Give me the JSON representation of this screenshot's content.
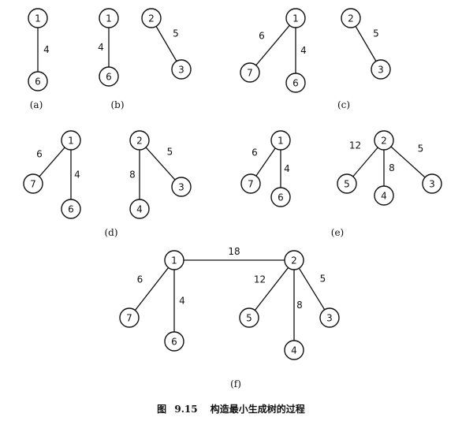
{
  "figure": {
    "caption_prefix": "图",
    "caption_number": "9.15",
    "caption_text": "构造最小生成树的过程"
  },
  "panels": [
    {
      "id": "a",
      "label": "(a)",
      "nodes": [
        {
          "id": "a-1",
          "label": "1"
        },
        {
          "id": "a-6",
          "label": "6"
        }
      ],
      "edges": [
        {
          "from": "a-1",
          "to": "a-6",
          "weight": "4"
        }
      ]
    },
    {
      "id": "b",
      "label": "(b)",
      "nodes": [
        {
          "id": "b-1",
          "label": "1"
        },
        {
          "id": "b-6",
          "label": "6"
        },
        {
          "id": "b-2",
          "label": "2"
        },
        {
          "id": "b-3",
          "label": "3"
        }
      ],
      "edges": [
        {
          "from": "b-1",
          "to": "b-6",
          "weight": "4"
        },
        {
          "from": "b-2",
          "to": "b-3",
          "weight": "5"
        }
      ]
    },
    {
      "id": "c",
      "label": "(c)",
      "nodes": [
        {
          "id": "c-1",
          "label": "1"
        },
        {
          "id": "c-7",
          "label": "7"
        },
        {
          "id": "c-6",
          "label": "6"
        },
        {
          "id": "c-2",
          "label": "2"
        },
        {
          "id": "c-3",
          "label": "3"
        }
      ],
      "edges": [
        {
          "from": "c-1",
          "to": "c-7",
          "weight": "6"
        },
        {
          "from": "c-1",
          "to": "c-6",
          "weight": "4"
        },
        {
          "from": "c-2",
          "to": "c-3",
          "weight": "5"
        }
      ]
    },
    {
      "id": "d",
      "label": "(d)",
      "nodes": [
        {
          "id": "d-1",
          "label": "1"
        },
        {
          "id": "d-7",
          "label": "7"
        },
        {
          "id": "d-6",
          "label": "6"
        },
        {
          "id": "d-2",
          "label": "2"
        },
        {
          "id": "d-4",
          "label": "4"
        },
        {
          "id": "d-3",
          "label": "3"
        }
      ],
      "edges": [
        {
          "from": "d-1",
          "to": "d-7",
          "weight": "6"
        },
        {
          "from": "d-1",
          "to": "d-6",
          "weight": "4"
        },
        {
          "from": "d-2",
          "to": "d-4",
          "weight": "8"
        },
        {
          "from": "d-2",
          "to": "d-3",
          "weight": "5"
        }
      ]
    },
    {
      "id": "e",
      "label": "(e)",
      "nodes": [
        {
          "id": "e-1",
          "label": "1"
        },
        {
          "id": "e-7",
          "label": "7"
        },
        {
          "id": "e-6",
          "label": "6"
        },
        {
          "id": "e-2",
          "label": "2"
        },
        {
          "id": "e-5",
          "label": "5"
        },
        {
          "id": "e-4",
          "label": "4"
        },
        {
          "id": "e-3",
          "label": "3"
        }
      ],
      "edges": [
        {
          "from": "e-1",
          "to": "e-7",
          "weight": "6"
        },
        {
          "from": "e-1",
          "to": "e-6",
          "weight": "4"
        },
        {
          "from": "e-2",
          "to": "e-5",
          "weight": "12"
        },
        {
          "from": "e-2",
          "to": "e-4",
          "weight": "8"
        },
        {
          "from": "e-2",
          "to": "e-3",
          "weight": "5"
        }
      ]
    },
    {
      "id": "f",
      "label": "(f)",
      "nodes": [
        {
          "id": "f-1",
          "label": "1"
        },
        {
          "id": "f-7",
          "label": "7"
        },
        {
          "id": "f-6",
          "label": "6"
        },
        {
          "id": "f-2",
          "label": "2"
        },
        {
          "id": "f-5",
          "label": "5"
        },
        {
          "id": "f-4",
          "label": "4"
        },
        {
          "id": "f-3",
          "label": "3"
        }
      ],
      "edges": [
        {
          "from": "f-1",
          "to": "f-2",
          "weight": "18"
        },
        {
          "from": "f-1",
          "to": "f-7",
          "weight": "6"
        },
        {
          "from": "f-1",
          "to": "f-6",
          "weight": "4"
        },
        {
          "from": "f-2",
          "to": "f-5",
          "weight": "12"
        },
        {
          "from": "f-2",
          "to": "f-4",
          "weight": "8"
        },
        {
          "from": "f-2",
          "to": "f-3",
          "weight": "5"
        }
      ]
    }
  ]
}
